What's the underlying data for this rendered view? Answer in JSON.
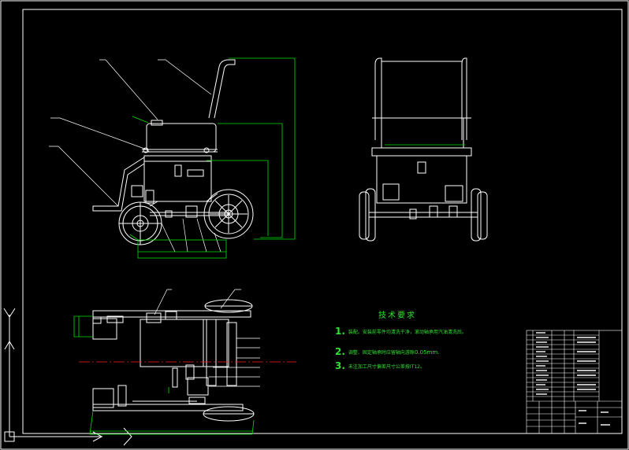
{
  "technical_requirements": {
    "title": "技术要求",
    "items": [
      {
        "number": "1.",
        "text": "装配。安装前零件均清洗干净，滚动轴承用汽油清洗后。"
      },
      {
        "number": "2.",
        "text": "调整、固定轴承时应留轴向游隙",
        "highlight": "0.05mm."
      },
      {
        "number": "3.",
        "text": "未注加工尺寸偏差尺寸公差按IT12。"
      }
    ]
  },
  "colors": {
    "background": "#000000",
    "geometry": "#ffffff",
    "dimension": "#00e000",
    "centerline": "#ff2020",
    "leader": "#ffffff"
  }
}
